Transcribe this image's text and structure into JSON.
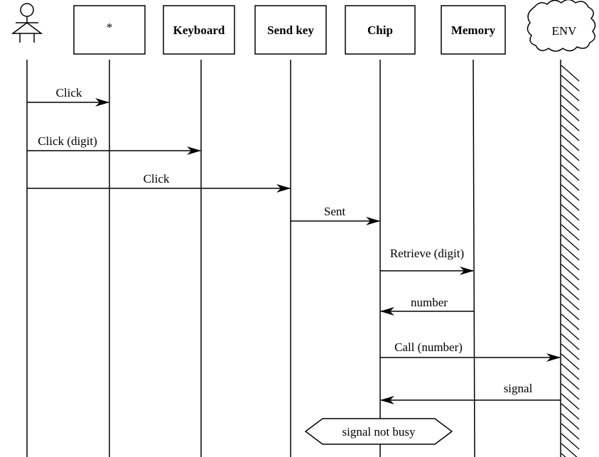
{
  "actor": {
    "icon": "stick-figure-actor-icon"
  },
  "participants": [
    {
      "id": "p1",
      "label": "*",
      "bold": false
    },
    {
      "id": "p2",
      "label": "Keyboard",
      "bold": true
    },
    {
      "id": "p3",
      "label": "Send key",
      "bold": true
    },
    {
      "id": "p4",
      "label": "Chip",
      "bold": true
    },
    {
      "id": "p5",
      "label": "Memory",
      "bold": true
    },
    {
      "id": "env",
      "label": "ENV",
      "bold": false,
      "shape": "cloud"
    }
  ],
  "messages": [
    {
      "label": "Click",
      "from": "actor",
      "to": "p1"
    },
    {
      "label": "Click (digit)",
      "from": "actor",
      "to": "p2"
    },
    {
      "label": "Click",
      "from": "actor",
      "to": "p3"
    },
    {
      "label": "Sent",
      "from": "p3",
      "to": "p4"
    },
    {
      "label": "Retrieve (digit)",
      "from": "p4",
      "to": "p5"
    },
    {
      "label": "number",
      "from": "p5",
      "to": "p4"
    },
    {
      "label": "Call (number)",
      "from": "p4",
      "to": "env"
    },
    {
      "label": "signal",
      "from": "env",
      "to": "p4"
    }
  ],
  "condition": {
    "label": "signal not busy",
    "on": "p4"
  }
}
